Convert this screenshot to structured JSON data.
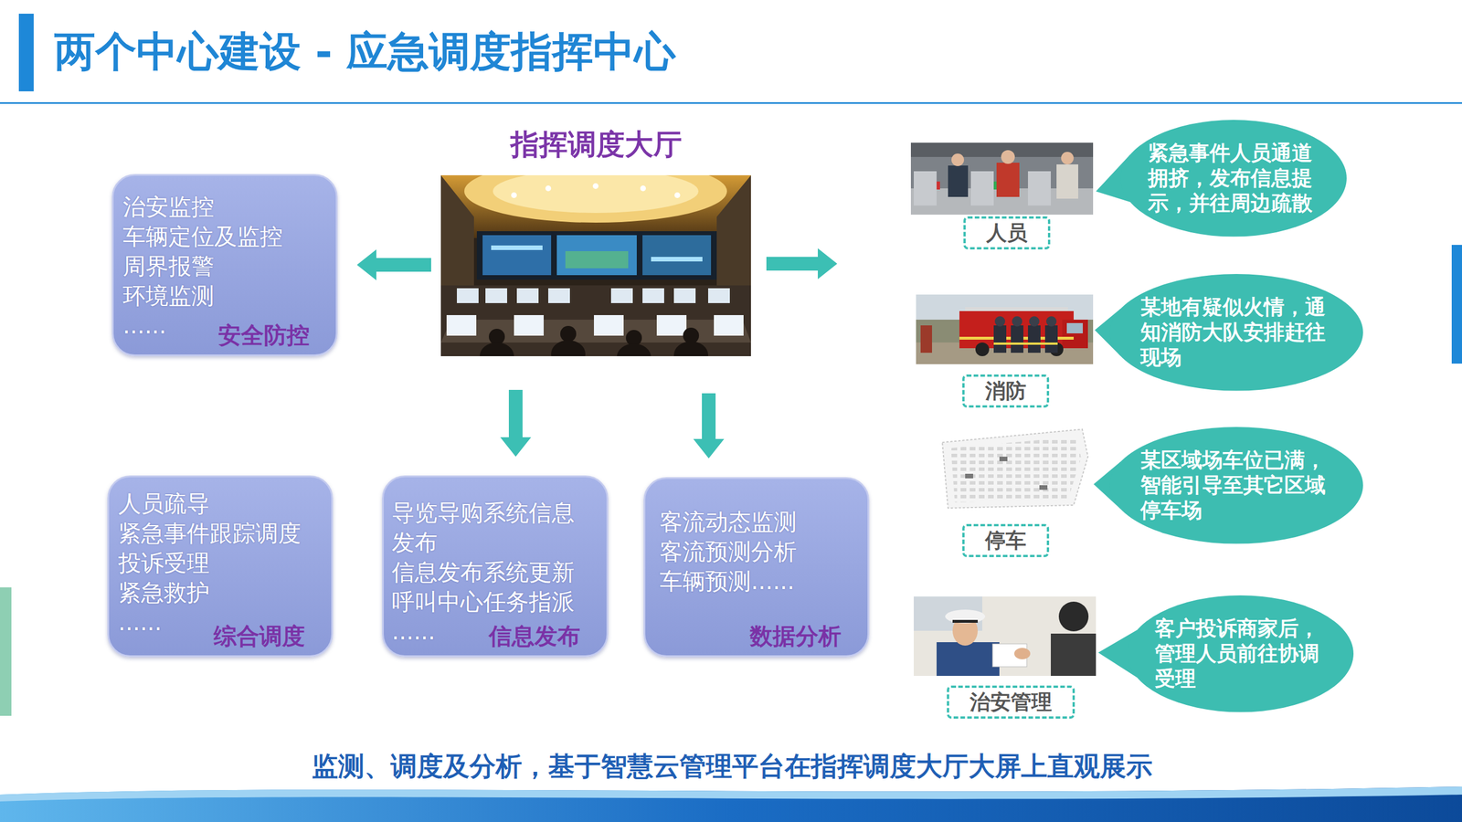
{
  "diagram": {
    "title": "两个中心建设 - 应急调度指挥中心",
    "caption": "监测、调度及分析，基于智慧云管理平台在指挥调度大厅大屏上直观展示",
    "nodes": [
      {
        "text": [
          "指挥调度大厅"
        ]
      },
      {
        "text": [
          "治安监控",
          "车辆定位及监控",
          "周界报警",
          "环境监测",
          "......",
          "安全防控"
        ]
      },
      {
        "text": [
          "人员疏导",
          "紧急事件跟踪调度",
          "投诉受理",
          "紧急救护",
          "......",
          "综合调度"
        ]
      },
      {
        "text": [
          "导览导购系统信息发布",
          "信息发布系统更新",
          "呼叫中心任务指派",
          "......",
          "信息发布"
        ]
      },
      {
        "text": [
          "客流动态监测",
          "客流预测分析",
          "车辆预测......",
          "数据分析"
        ]
      },
      {
        "text": [
          "人员"
        ]
      },
      {
        "text": [
          "紧急事件人员通道拥挤，发布信息提示，并往周边疏散"
        ]
      },
      {
        "text": [
          "消防"
        ]
      },
      {
        "text": [
          "某地有疑似火情，通知消防大队安排赶往现场"
        ]
      },
      {
        "text": [
          "停车"
        ]
      },
      {
        "text": [
          "某区域场车位已满，智能引导至其它区域停车场"
        ]
      },
      {
        "text": [
          "治安管理"
        ]
      },
      {
        "text": [
          "客户投诉商家后，管理人员前往协调受理"
        ]
      }
    ],
    "edges": [
      {
        "from": 0,
        "to": 1,
        "arrow": "to"
      },
      {
        "from": 0,
        "to": 3,
        "arrow": "to"
      },
      {
        "from": 0,
        "to": 4,
        "arrow": "to"
      }
    ]
  }
}
